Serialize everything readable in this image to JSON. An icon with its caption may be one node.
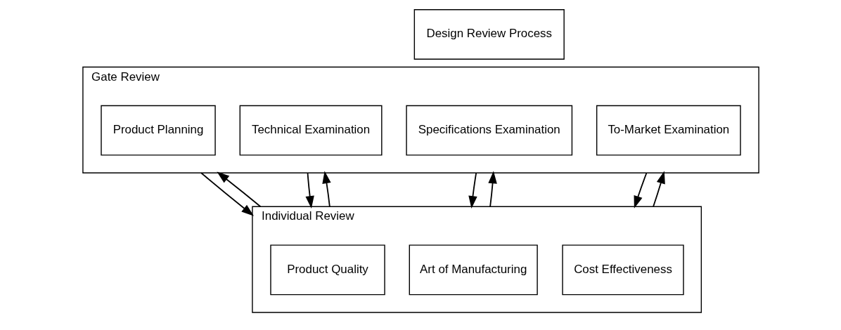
{
  "diagram": {
    "nodes": [
      {
        "text": [
          "Design Review Process"
        ]
      },
      {
        "text": [
          "Gate Review"
        ]
      },
      {
        "text": [
          "Product Planning"
        ],
        "in": 1
      },
      {
        "text": [
          "Technical Examination"
        ],
        "in": 1
      },
      {
        "text": [
          "Specifications Examination"
        ],
        "in": 1
      },
      {
        "text": [
          "To-Market Examination"
        ],
        "in": 1
      },
      {
        "text": [
          "Individual Review"
        ]
      },
      {
        "text": [
          "Product Quality"
        ],
        "in": 6
      },
      {
        "text": [
          "Art of Manufacturing"
        ],
        "in": 6
      },
      {
        "text": [
          "Cost Effectiveness"
        ],
        "in": 6
      }
    ],
    "edges": [
      {
        "from": 1,
        "to": 6,
        "arrow": "to"
      },
      {
        "from": 6,
        "to": 1,
        "arrow": "to"
      },
      {
        "from": 1,
        "to": 6,
        "arrow": "to"
      },
      {
        "from": 6,
        "to": 1,
        "arrow": "to"
      },
      {
        "from": 1,
        "to": 6,
        "arrow": "to"
      },
      {
        "from": 6,
        "to": 1,
        "arrow": "to"
      },
      {
        "from": 1,
        "to": 6,
        "arrow": "to"
      },
      {
        "from": 6,
        "to": 1,
        "arrow": "to"
      }
    ]
  }
}
